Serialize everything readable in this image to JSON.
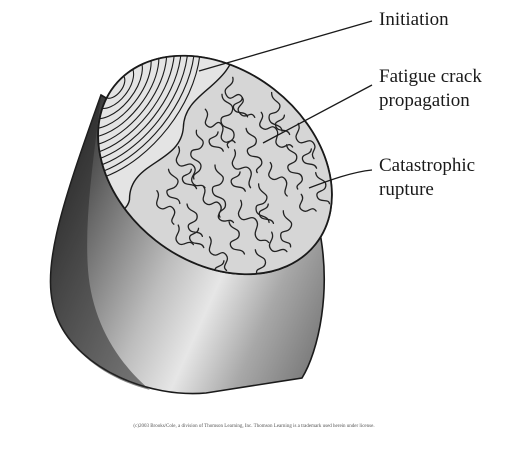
{
  "diagram": {
    "labels": {
      "initiation": "Initiation",
      "propagation_line1": "Fatigue crack",
      "propagation_line2": "propagation",
      "rupture_line1": "Catastrophic",
      "rupture_line2": "rupture"
    },
    "credit": "(c)2003 Brooks/Cole, a division of Thomson Learning, Inc.  Thomson Learning is a trademark used herein under license."
  }
}
